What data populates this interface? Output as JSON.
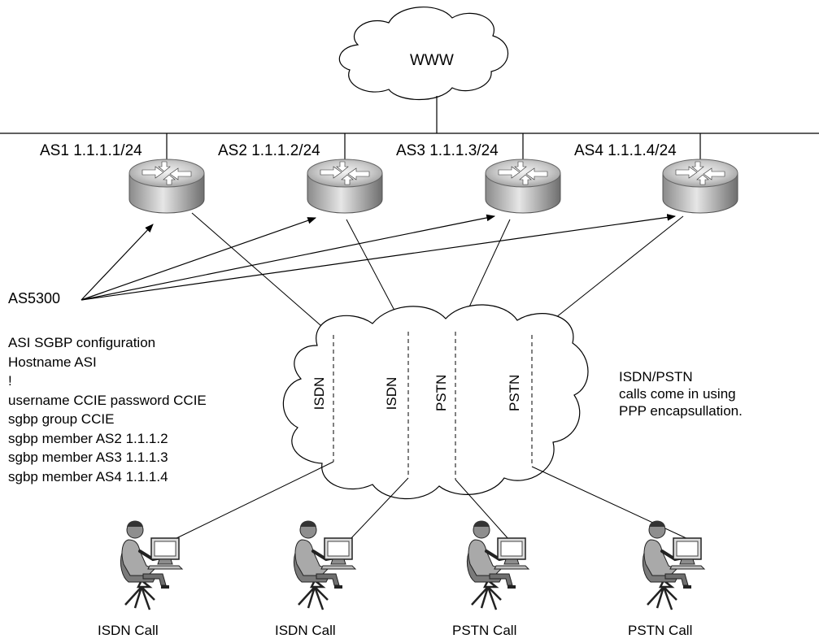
{
  "internet": {
    "label": "WWW"
  },
  "routers": [
    {
      "label": "AS1 1.1.1.1/24"
    },
    {
      "label": "AS2 1.1.1.2/24"
    },
    {
      "label": "AS3 1.1.1.3/24"
    },
    {
      "label": "AS4 1.1.1.4/24"
    }
  ],
  "as5300_label": "AS5300",
  "config_lines": [
    "ASI SGBP configuration",
    "Hostname ASI",
    "!",
    "username CCIE password CCIE",
    "sgbp group CCIE",
    "sgbp member AS2 1.1.1.2",
    "sgbp member AS3 1.1.1.3",
    "sgbp member AS4 1.1.1.4"
  ],
  "cloud_channels": [
    "ISDN",
    "ISDN",
    "PSTN",
    "PSTN"
  ],
  "note_lines": [
    "ISDN/PSTN",
    "calls come in using",
    "PPP encapsullation."
  ],
  "calls": [
    {
      "label": "ISDN Call"
    },
    {
      "label": "ISDN Call"
    },
    {
      "label": "PSTN Call"
    },
    {
      "label": "PSTN Call"
    }
  ]
}
